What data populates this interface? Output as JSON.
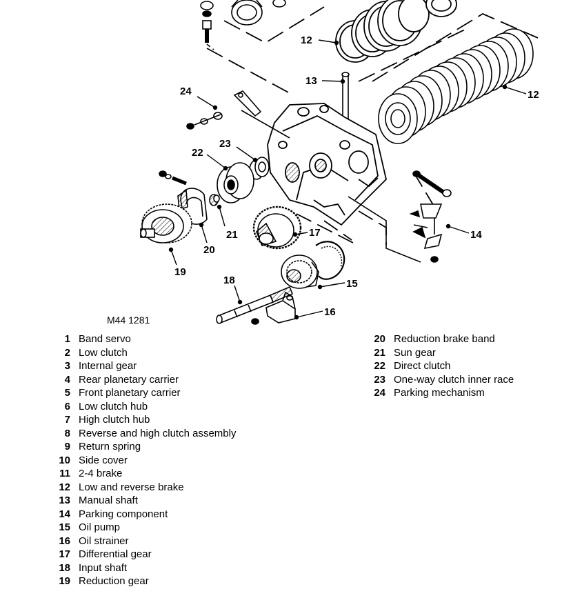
{
  "figure_code": "M44 1281",
  "callouts": [
    "12",
    "13",
    "12",
    "24",
    "23",
    "22",
    "21",
    "20",
    "19",
    "17",
    "18",
    "15",
    "16",
    "14"
  ],
  "legend_left": [
    {
      "num": "1",
      "label": "Band servo"
    },
    {
      "num": "2",
      "label": "Low clutch"
    },
    {
      "num": "3",
      "label": "Internal gear"
    },
    {
      "num": "4",
      "label": "Rear planetary carrier"
    },
    {
      "num": "5",
      "label": "Front planetary carrier"
    },
    {
      "num": "6",
      "label": "Low clutch hub"
    },
    {
      "num": "7",
      "label": "High clutch hub"
    },
    {
      "num": "8",
      "label": "Reverse and high clutch assembly"
    },
    {
      "num": "9",
      "label": "Return spring"
    },
    {
      "num": "10",
      "label": "Side cover"
    },
    {
      "num": "11",
      "label": "2-4 brake"
    },
    {
      "num": "12",
      "label": "Low and reverse brake"
    },
    {
      "num": "13",
      "label": "Manual shaft"
    },
    {
      "num": "14",
      "label": "Parking component"
    },
    {
      "num": "15",
      "label": "Oil pump"
    },
    {
      "num": "16",
      "label": "Oil strainer"
    },
    {
      "num": "17",
      "label": "Differential gear"
    },
    {
      "num": "18",
      "label": "Input shaft"
    },
    {
      "num": "19",
      "label": "Reduction gear"
    }
  ],
  "legend_right": [
    {
      "num": "20",
      "label": "Reduction brake band"
    },
    {
      "num": "21",
      "label": "Sun gear"
    },
    {
      "num": "22",
      "label": "Direct clutch"
    },
    {
      "num": "23",
      "label": "One-way clutch inner race"
    },
    {
      "num": "24",
      "label": "Parking mechanism"
    }
  ]
}
